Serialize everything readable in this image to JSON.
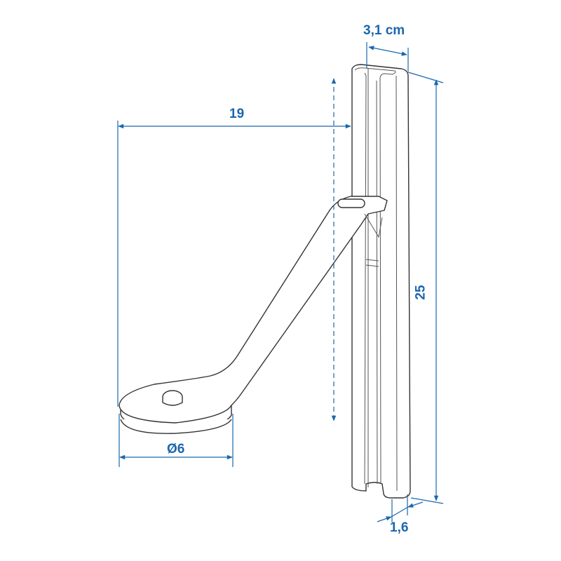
{
  "drawing": {
    "title": "Bracket holder with rail - dimension drawing",
    "colors": {
      "dimension": "#1a67ad",
      "outline": "#333333"
    },
    "dimensions": {
      "rail_width": "3,1 cm",
      "reach": "19",
      "height": "25",
      "disc_diameter": "Ø6",
      "rail_depth": "1,6"
    }
  }
}
